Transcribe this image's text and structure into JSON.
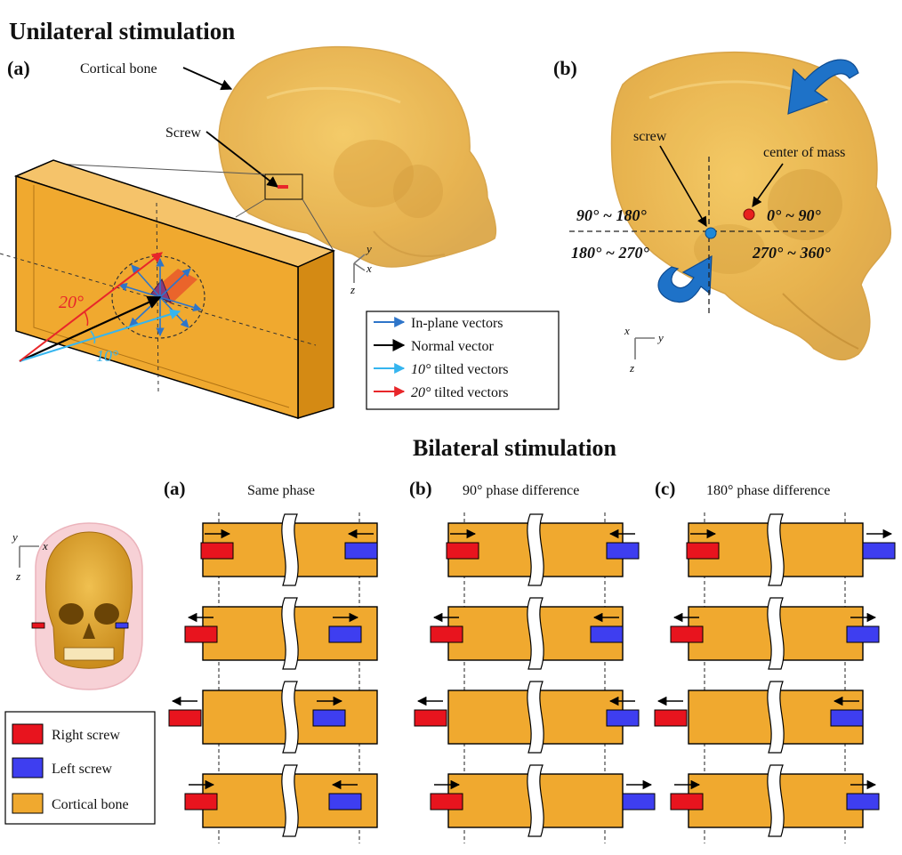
{
  "unilateral": {
    "title": "Unilateral stimulation",
    "panel_a": {
      "label": "(a)",
      "cortical_bone_label": "Cortical bone",
      "screw_label": "Screw",
      "angle_20": "20°",
      "angle_10": "10°",
      "axes": {
        "y": "y",
        "x": "x",
        "z": "z"
      },
      "legend": [
        {
          "label": "In-plane vectors",
          "color": "#2e75c9",
          "italic_prefix": ""
        },
        {
          "label": "Normal vector",
          "color": "#000000",
          "italic_prefix": ""
        },
        {
          "label": "tilted vectors",
          "color": "#35b5ef",
          "italic_prefix": "10°"
        },
        {
          "label": "tilted vectors",
          "color": "#e8262a",
          "italic_prefix": "20°"
        }
      ]
    },
    "panel_b": {
      "label": "(b)",
      "screw_label": "screw",
      "center_of_mass_label": "center of mass",
      "q_90_180": "90° ~ 180°",
      "q_0_90": "0° ~ 90°",
      "q_180_270": "180° ~ 270°",
      "q_270_360": "270° ~ 360°",
      "axes": {
        "x": "x",
        "y": "y",
        "z": "z"
      }
    }
  },
  "bilateral": {
    "title": "Bilateral stimulation",
    "axes": {
      "y": "y",
      "x": "x",
      "z": "z"
    },
    "legend": [
      {
        "label": "Right screw",
        "color": "#e8141e"
      },
      {
        "label": "Left screw",
        "color": "#3e3ef0"
      },
      {
        "label": "Cortical bone",
        "color": "#f0a92f"
      }
    ],
    "columns": [
      {
        "label": "(a)",
        "title": "Same phase"
      },
      {
        "label": "(b)",
        "title": "90° phase difference"
      },
      {
        "label": "(c)",
        "title": "180° phase difference"
      }
    ]
  },
  "colors": {
    "bone": "#f0a92f",
    "bone_dark": "#d98e17",
    "right_screw": "#e8141e",
    "left_screw": "#3e3ef0",
    "rotation_arrow": "#1e72c8",
    "skull": "#e7b13f"
  }
}
